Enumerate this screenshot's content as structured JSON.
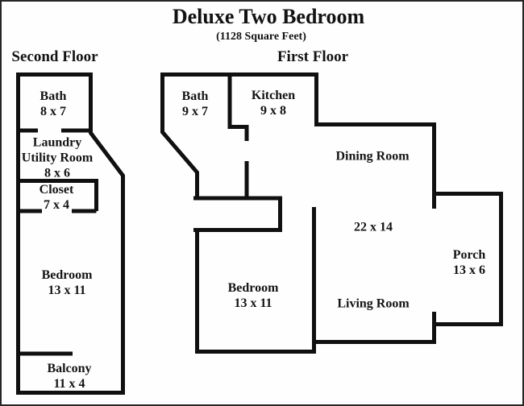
{
  "title": "Deluxe Two Bedroom",
  "subtitle": "(1128 Square Feet)",
  "colors": {
    "wall": "#101010",
    "text": "#121212",
    "background": "#fefefe",
    "border": "#262626"
  },
  "floors": [
    {
      "label": "Second Floor",
      "rooms": [
        {
          "lines": [
            "Bath",
            "8 x 7"
          ]
        },
        {
          "lines": [
            "Laundry",
            "Utility Room",
            "8 x 6"
          ]
        },
        {
          "lines": [
            "Closet",
            "7 x 4"
          ]
        },
        {
          "lines": [
            "Bedroom",
            "13 x 11"
          ]
        },
        {
          "lines": [
            "Balcony",
            "11 x 4"
          ]
        }
      ]
    },
    {
      "label": "First Floor",
      "rooms": [
        {
          "lines": [
            "Bath",
            "9 x 7"
          ]
        },
        {
          "lines": [
            "Kitchen",
            "9 x 8"
          ]
        },
        {
          "lines": [
            "Dining Room"
          ]
        },
        {
          "lines": [
            "22 x 14"
          ]
        },
        {
          "lines": [
            "Porch",
            "13 x 6"
          ]
        },
        {
          "lines": [
            "Bedroom",
            "13 x 11"
          ]
        },
        {
          "lines": [
            "Living Room"
          ]
        }
      ]
    }
  ]
}
